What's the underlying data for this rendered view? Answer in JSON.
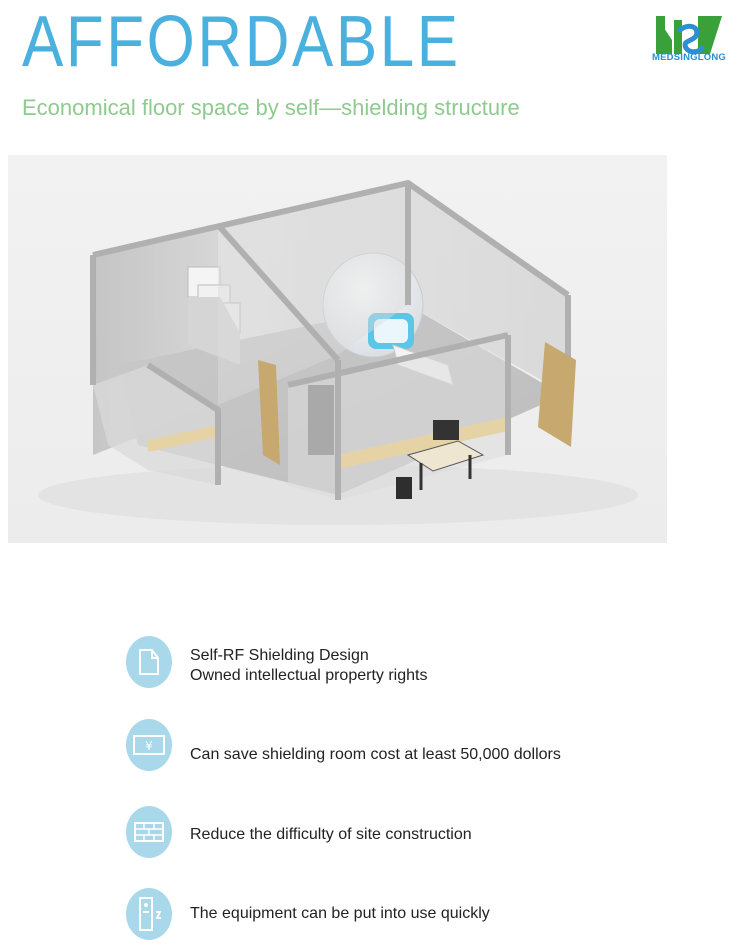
{
  "header": {
    "title": "AFFORDABLE",
    "subtitle": "Economical floor space by self—shielding structure",
    "logo_text": "MEDSINGLONG"
  },
  "colors": {
    "title": "#4ab0de",
    "subtitle": "#8fca8f",
    "icon_circle": "#a9d8ea",
    "logo_green": "#3aa13a",
    "logo_blue": "#2b8fd0"
  },
  "features": [
    {
      "icon": "shield-corner-icon",
      "lines": [
        "Self-RF Shielding Design",
        "Owned intellectual property rights"
      ]
    },
    {
      "icon": "yen-bill-icon",
      "lines": [
        "Can save shielding room cost at  least 50,000 dollors"
      ]
    },
    {
      "icon": "brick-wall-icon",
      "lines": [
        "Reduce the difficulty of site construction"
      ]
    },
    {
      "icon": "power-plug-icon",
      "lines": [
        "The equipment can be put into use quickly"
      ]
    }
  ]
}
